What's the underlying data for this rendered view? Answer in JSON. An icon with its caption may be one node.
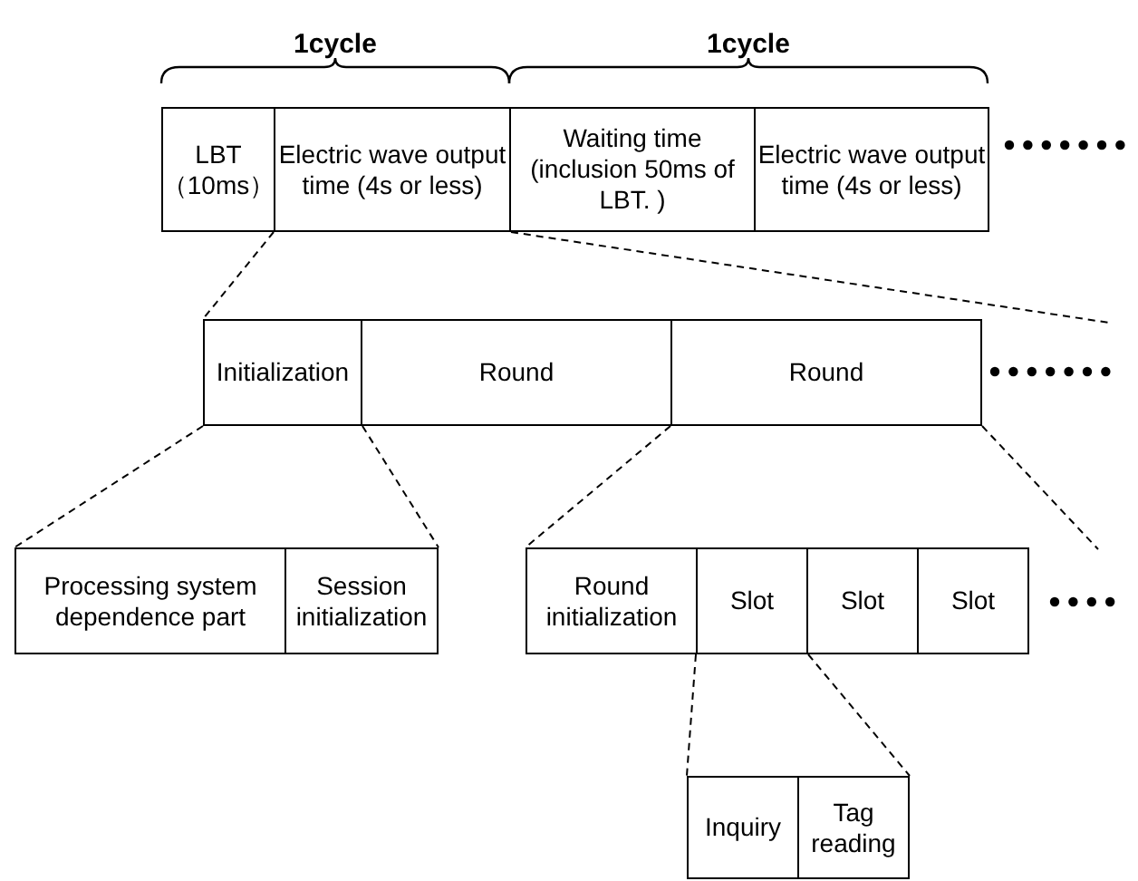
{
  "diagram": {
    "nodes": [
      {
        "text": [
          "LBT （10ms）"
        ]
      },
      {
        "text": [
          "Electric wave output time (4s or less)"
        ]
      },
      {
        "text": [
          "Waiting time (inclusion 50ms of LBT. )"
        ]
      },
      {
        "text": [
          "Electric wave output time (4s or less)"
        ]
      },
      {
        "text": [
          "Initialization"
        ]
      },
      {
        "text": [
          "Round"
        ]
      },
      {
        "text": [
          "Round"
        ]
      },
      {
        "text": [
          "Processing system dependence part"
        ]
      },
      {
        "text": [
          "Session initialization"
        ]
      },
      {
        "text": [
          "Round initialization"
        ]
      },
      {
        "text": [
          "Slot"
        ]
      },
      {
        "text": [
          "Slot"
        ]
      },
      {
        "text": [
          "Slot"
        ]
      },
      {
        "text": [
          "Inquiry"
        ]
      },
      {
        "text": [
          "Tag reading"
        ]
      }
    ],
    "edges": [
      {
        "from": 1,
        "to": 4,
        "arrow": "none",
        "style": "dashed"
      },
      {
        "from": 1,
        "to": null,
        "arrow": "none",
        "style": "dashed"
      },
      {
        "from": 4,
        "to": 7,
        "arrow": "none",
        "style": "dashed"
      },
      {
        "from": 4,
        "to": 8,
        "arrow": "none",
        "style": "dashed"
      },
      {
        "from": 6,
        "to": 9,
        "arrow": "none",
        "style": "dashed"
      },
      {
        "from": 6,
        "to": null,
        "arrow": "none",
        "style": "dashed"
      },
      {
        "from": 10,
        "to": 13,
        "arrow": "none",
        "style": "dashed"
      },
      {
        "from": 10,
        "to": 14,
        "arrow": "none",
        "style": "dashed"
      }
    ],
    "labels": [
      "1cycle",
      "1cycle"
    ]
  }
}
